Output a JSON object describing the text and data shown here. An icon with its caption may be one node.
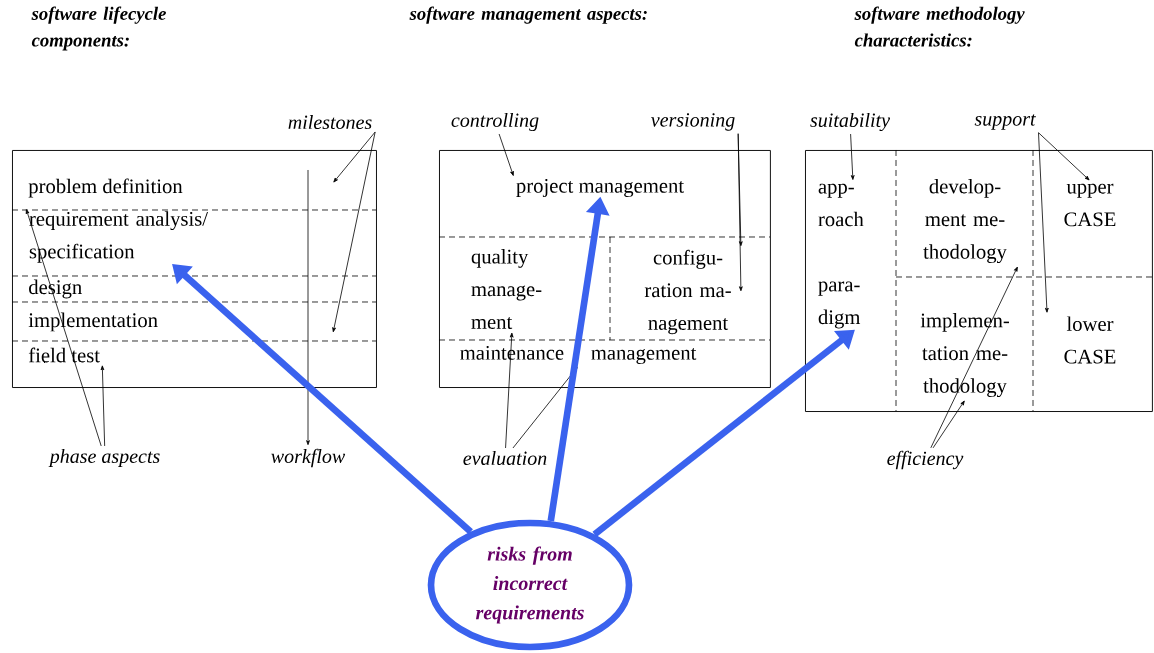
{
  "diagram": {
    "nodes": [
      {
        "text": [],
        "shape": "box"
      },
      {
        "text": [
          "problem definition"
        ],
        "in": 0
      },
      {
        "text": [
          "requirement analysis/ specification"
        ],
        "in": 0
      },
      {
        "text": [
          "design"
        ],
        "in": 0
      },
      {
        "text": [
          "implementation"
        ],
        "in": 0
      },
      {
        "text": [
          "field test"
        ],
        "in": 0
      },
      {
        "text": [],
        "shape": "box"
      },
      {
        "text": [
          "project management"
        ],
        "in": 6
      },
      {
        "text": [
          "quality manage- ment"
        ],
        "in": 6
      },
      {
        "text": [
          "configu- ration ma- nagement"
        ],
        "in": 6
      },
      {
        "text": [
          "maintenance management"
        ],
        "in": 6
      },
      {
        "text": [],
        "shape": "box"
      },
      {
        "text": [
          "app- roach"
        ],
        "in": 11
      },
      {
        "text": [
          "para- digm"
        ],
        "in": 11
      },
      {
        "text": [
          "develop- ment me- thodology"
        ],
        "in": 11
      },
      {
        "text": [
          "implemen- tation me- thodology"
        ],
        "in": 11
      },
      {
        "text": [
          "upper CASE"
        ],
        "in": 11
      },
      {
        "text": [
          "lower CASE"
        ],
        "in": 11
      },
      {
        "text": [
          "risks from incorrect requirements"
        ]
      },
      {
        "text": [
          "milestones"
        ]
      },
      {
        "text": [
          "phase aspects"
        ]
      },
      {
        "text": [
          "workflow"
        ]
      },
      {
        "text": [
          "controlling"
        ]
      },
      {
        "text": [
          "versioning"
        ]
      },
      {
        "text": [
          "evaluation"
        ]
      },
      {
        "text": [
          "suitability"
        ]
      },
      {
        "text": [
          "support"
        ]
      },
      {
        "text": [
          "efficiency"
        ]
      }
    ],
    "edges": [
      {
        "from": 19,
        "to": null,
        "arrow": "to"
      },
      {
        "from": 19,
        "to": null,
        "arrow": "to"
      },
      {
        "from": 20,
        "to": 2,
        "arrow": "to"
      },
      {
        "from": 20,
        "to": 5,
        "arrow": "to"
      },
      {
        "from": null,
        "to": 21,
        "arrow": "to"
      },
      {
        "from": 22,
        "to": 7,
        "arrow": "to"
      },
      {
        "from": 23,
        "to": 9,
        "arrow": "to"
      },
      {
        "from": 23,
        "to": 9,
        "arrow": "to"
      },
      {
        "from": 24,
        "to": 8,
        "arrow": "to"
      },
      {
        "from": 24,
        "to": 10,
        "arrow": "to"
      },
      {
        "from": 25,
        "to": 12,
        "arrow": "to"
      },
      {
        "from": 26,
        "to": 16,
        "arrow": "to"
      },
      {
        "from": 26,
        "to": 17,
        "arrow": "to"
      },
      {
        "from": 27,
        "to": 14,
        "arrow": "to"
      },
      {
        "from": 27,
        "to": 15,
        "arrow": "to"
      },
      {
        "from": 18,
        "to": 2,
        "arrow": "to",
        "style": "thick",
        "color": "#3a62ee"
      },
      {
        "from": 18,
        "to": 7,
        "arrow": "to",
        "style": "thick",
        "color": "#3a62ee"
      },
      {
        "from": 18,
        "to": 13,
        "arrow": "to",
        "style": "thick",
        "color": "#3a62ee"
      }
    ],
    "labels": [
      "software lifecycle components:",
      "software management aspects:",
      "software methodology characteristics:"
    ]
  }
}
